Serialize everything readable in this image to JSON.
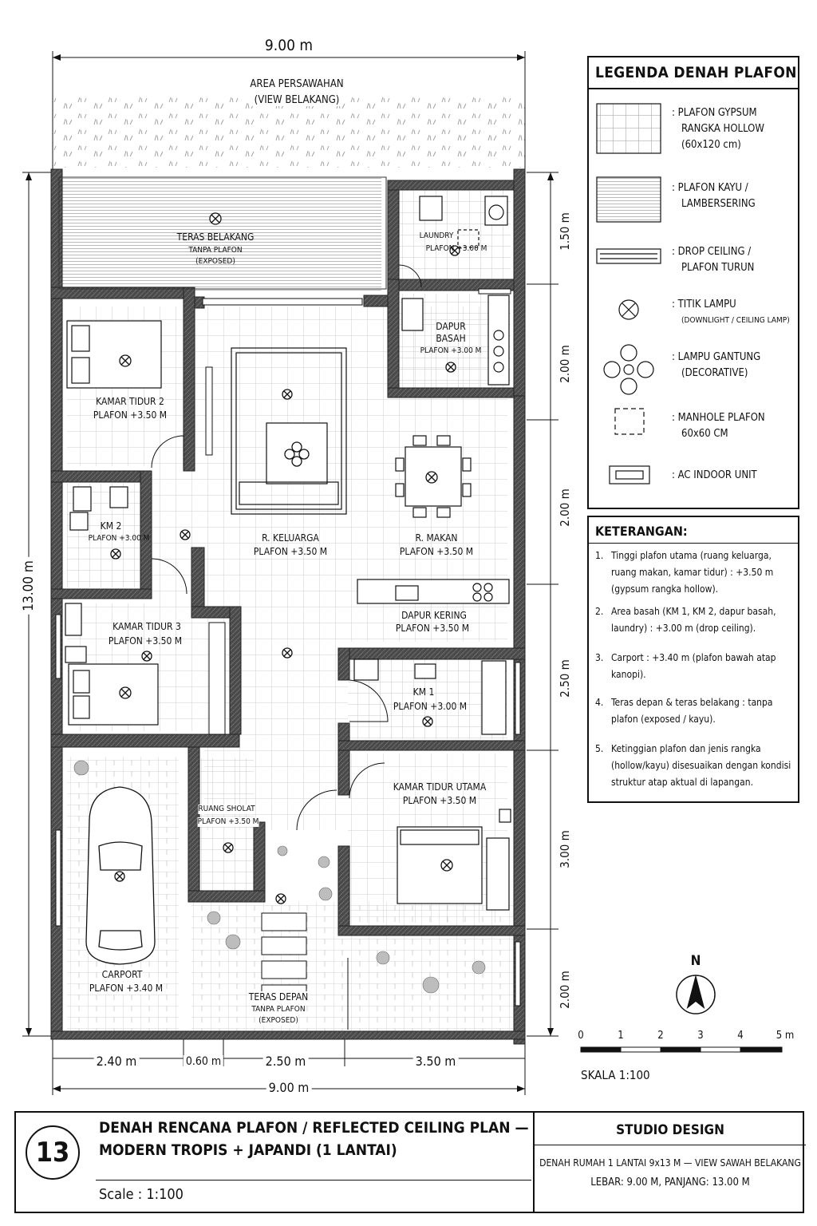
{
  "sheet_number": "13",
  "title_line1": "DENAH RENCANA PLAFON / REFLECTED CEILING PLAN —",
  "title_line2": "MODERN TROPIS + JAPANDI (1 LANTAI)",
  "scale_text": "Scale : 1:100",
  "studio": "STUDIO DESIGN",
  "subtitle": "DENAH RUMAH 1 LANTAI 9x13 M — VIEW SAWAH BELAKANG",
  "dims_text": "LEBAR: 9.00 M, PANJANG: 13.00 M",
  "dimensions": {
    "top_total": "9.00 m",
    "bottom_total": "9.00 m",
    "left_total": "13.00 m",
    "bottom_segments": [
      "2.40 m",
      "0.60 m",
      "2.50 m",
      "3.50 m"
    ],
    "right_segments": [
      "1.50 m",
      "2.00 m",
      "2.00 m",
      "2.50 m",
      "3.00 m",
      "2.00 m"
    ]
  },
  "area_belakang": {
    "line1": "AREA PERSAWAHAN",
    "line2": "(VIEW BELAKANG)"
  },
  "rooms": {
    "teras_belakang": {
      "name": "TERAS BELAKANG",
      "ceiling": "TANPA PLAFON",
      "note": "(EXPOSED)"
    },
    "laundry": {
      "name": "LAUNDRY",
      "ceiling": "PLAFON +3.00 M"
    },
    "dapur_basah": {
      "name1": "DAPUR",
      "name2": "BASAH",
      "ceiling": "PLAFON +3.00 M"
    },
    "kamar_tidur_2": {
      "name": "KAMAR TIDUR 2",
      "ceiling": "PLAFON +3.50 M"
    },
    "km2": {
      "name": "KM 2",
      "ceiling": "PLAFON +3.00 M"
    },
    "r_keluarga": {
      "name": "R. KELUARGA",
      "ceiling": "PLAFON +3.50 M"
    },
    "r_makan": {
      "name": "R. MAKAN",
      "ceiling": "PLAFON +3.50 M"
    },
    "dapur_kering": {
      "name": "DAPUR KERING",
      "ceiling": "PLAFON +3.50 M"
    },
    "kamar_tidur_3": {
      "name": "KAMAR TIDUR 3",
      "ceiling": "PLAFON +3.50 M"
    },
    "km1": {
      "name": "KM 1",
      "ceiling": "PLAFON +3.00 M"
    },
    "kamar_tidur_utama": {
      "name": "KAMAR TIDUR UTAMA",
      "ceiling": "PLAFON +3.50 M"
    },
    "ruang_sholat": {
      "name": "RUANG SHOLAT",
      "ceiling": "PLAFON +3.50 M"
    },
    "carport": {
      "name": "CARPORT",
      "ceiling": "PLAFON +3.40 M"
    },
    "teras_depan": {
      "name": "TERAS DEPAN",
      "ceiling": "TANPA PLAFON",
      "note": "(EXPOSED)"
    }
  },
  "legend": {
    "title": "LEGENDA DENAH PLAFON",
    "items": [
      {
        "icon": "gypsum-grid-swatch",
        "l1": ": PLAFON GYPSUM",
        "l2": "RANGKA HOLLOW",
        "l3": "(60x120 cm)"
      },
      {
        "icon": "wood-lines-swatch",
        "l1": ": PLAFON KAYU /",
        "l2": "LAMBERSERING"
      },
      {
        "icon": "drop-ceiling-swatch",
        "l1": ": DROP CEILING /",
        "l2": "PLAFON TURUN"
      },
      {
        "icon": "downlight-icon",
        "l1": ": TITIK LAMPU",
        "l2": "(DOWNLIGHT / CEILING LAMP)"
      },
      {
        "icon": "pendant-lamp-icon",
        "l1": ": LAMPU GANTUNG",
        "l2": "(DECORATIVE)"
      },
      {
        "icon": "manhole-icon",
        "l1": ": MANHOLE PLAFON",
        "l2": "60x60 CM"
      },
      {
        "icon": "ac-unit-icon",
        "l1": ": AC INDOOR UNIT"
      }
    ]
  },
  "notes": {
    "title": "KETERANGAN:",
    "items": [
      {
        "n": "1.",
        "text": "Tinggi plafon utama (ruang keluarga, ruang makan, kamar tidur) : +3.50 m (gypsum rangka hollow)."
      },
      {
        "n": "2.",
        "text": "Area basah (KM 1, KM 2, dapur basah, laundry) : +3.00 m (drop ceiling)."
      },
      {
        "n": "3.",
        "text": "Carport : +3.40 m (plafon bawah atap kanopi)."
      },
      {
        "n": "4.",
        "text": "Teras depan & teras belakang : tanpa plafon (exposed / kayu)."
      },
      {
        "n": "5.",
        "text": "Ketinggian plafon dan jenis rangka (hollow/kayu) disesuaikan dengan kondisi struktur atap aktual di lapangan."
      }
    ]
  },
  "north_label": "N",
  "scale_bar": {
    "ticks": [
      "0",
      "1",
      "2",
      "3",
      "4",
      "5 m"
    ],
    "label": "SKALA 1:100"
  }
}
